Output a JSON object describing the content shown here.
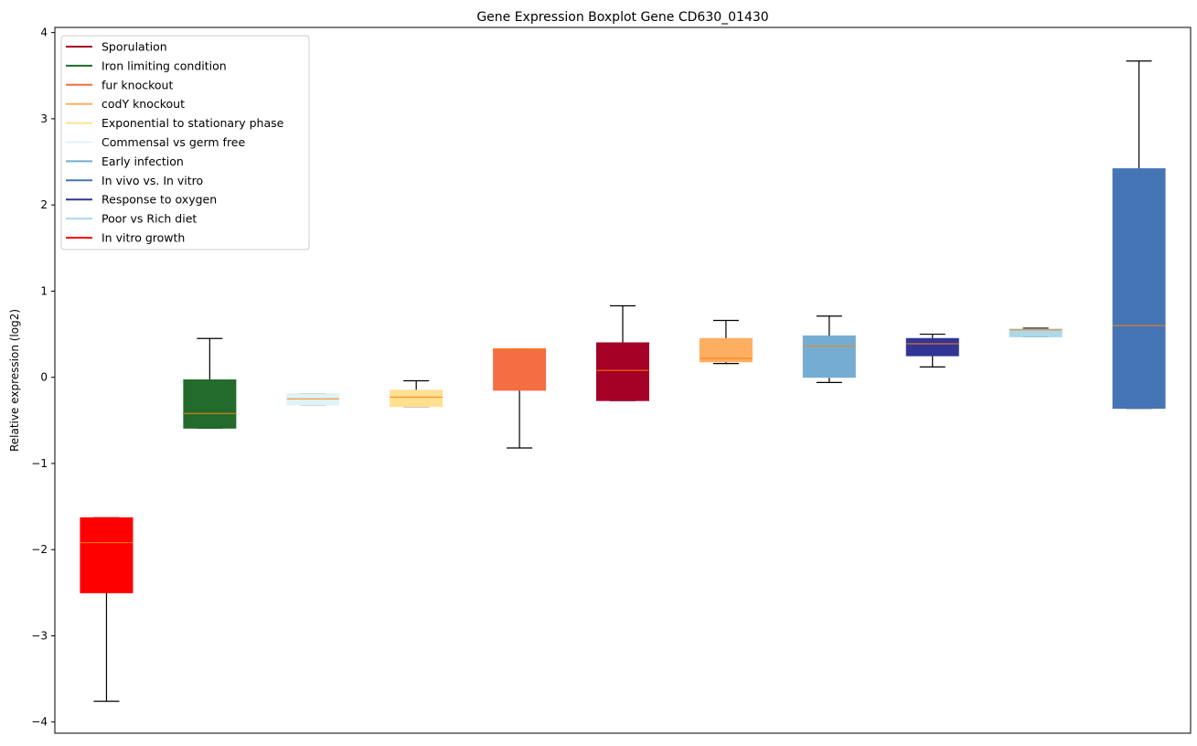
{
  "chart_data": {
    "type": "boxplot",
    "title": "Gene Expression Boxplot Gene CD630_01430",
    "xlabel": "",
    "ylabel": "Relative expression (log2)",
    "ylim": [
      -4.13,
      4.06
    ],
    "yticks": [
      -4,
      -3,
      -2,
      -1,
      0,
      1,
      2,
      3,
      4
    ],
    "ytick_labels": [
      "−4",
      "−3",
      "−2",
      "−1",
      "0",
      "1",
      "2",
      "3",
      "4"
    ],
    "grid": false,
    "legend_position": "top-left",
    "median_color": "#ff7f0e",
    "series": [
      {
        "name": "In vitro growth",
        "color": "#ff0000",
        "whislo": -3.76,
        "q1": -2.5,
        "med": -1.92,
        "q3": -1.63,
        "whishi": -1.63
      },
      {
        "name": "Iron limiting condition",
        "color": "#226b2c",
        "whislo": -0.59,
        "q1": -0.59,
        "med": -0.42,
        "q3": -0.03,
        "whishi": 0.45
      },
      {
        "name": "Commensal vs germ free",
        "color": "#e0f3f8",
        "whislo": -0.32,
        "q1": -0.32,
        "med": -0.25,
        "q3": -0.19,
        "whishi": -0.19
      },
      {
        "name": "Exponential to stationary phase",
        "color": "#fee090",
        "whislo": -0.34,
        "q1": -0.34,
        "med": -0.23,
        "q3": -0.15,
        "whishi": -0.04
      },
      {
        "name": "fur knockout",
        "color": "#f46d43",
        "whislo": -0.82,
        "q1": -0.15,
        "med": 0.33,
        "q3": 0.33,
        "whishi": 0.33
      },
      {
        "name": "Sporulation",
        "color": "#a50026",
        "whislo": -0.27,
        "q1": -0.27,
        "med": 0.08,
        "q3": 0.4,
        "whishi": 0.83
      },
      {
        "name": "codY knockout",
        "color": "#fdae61",
        "whislo": 0.16,
        "q1": 0.18,
        "med": 0.22,
        "q3": 0.45,
        "whishi": 0.66
      },
      {
        "name": "Early infection",
        "color": "#74add1",
        "whislo": -0.06,
        "q1": 0.0,
        "med": 0.36,
        "q3": 0.48,
        "whishi": 0.71
      },
      {
        "name": "Response to oxygen",
        "color": "#313695",
        "whislo": 0.12,
        "q1": 0.25,
        "med": 0.39,
        "q3": 0.45,
        "whishi": 0.5
      },
      {
        "name": "Poor vs Rich diet",
        "color": "#abd9e9",
        "whislo": 0.47,
        "q1": 0.47,
        "med": 0.55,
        "q3": 0.56,
        "whishi": 0.57
      },
      {
        "name": "In vivo vs. In vitro",
        "color": "#4575b4",
        "whislo": -0.36,
        "q1": -0.36,
        "med": 0.6,
        "q3": 2.42,
        "whishi": 3.67
      }
    ],
    "legend": [
      {
        "label": "Sporulation",
        "color": "#a50026"
      },
      {
        "label": "Iron limiting condition",
        "color": "#226b2c"
      },
      {
        "label": "fur knockout",
        "color": "#f46d43"
      },
      {
        "label": "codY knockout",
        "color": "#fdae61"
      },
      {
        "label": "Exponential to stationary phase",
        "color": "#fee090"
      },
      {
        "label": "Commensal vs germ free",
        "color": "#e0f3f8"
      },
      {
        "label": "Early infection",
        "color": "#74add1"
      },
      {
        "label": "In vivo vs. In vitro",
        "color": "#4575b4"
      },
      {
        "label": "Response to oxygen",
        "color": "#313695"
      },
      {
        "label": "Poor vs Rich diet",
        "color": "#abd9e9"
      },
      {
        "label": "In vitro growth",
        "color": "#ff0000"
      }
    ]
  }
}
